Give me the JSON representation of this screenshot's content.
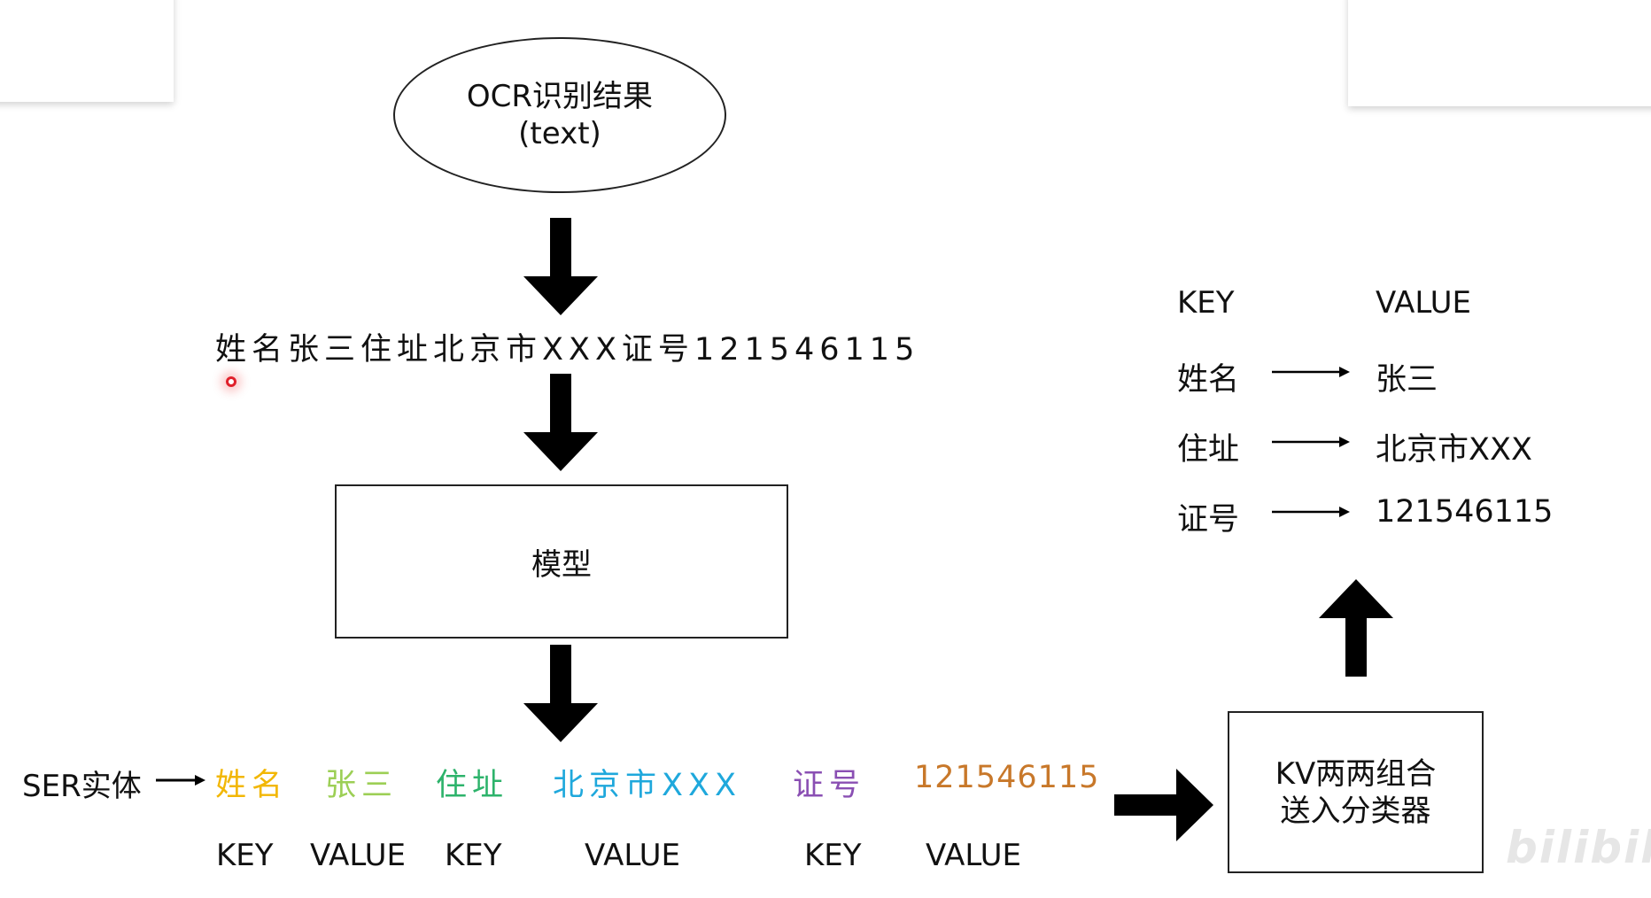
{
  "top_node": {
    "line1": "OCR识别结果",
    "line2": "(text)"
  },
  "ocr_text": "姓名张三住址北京市XXX证号121546115",
  "model_box": {
    "label": "模型"
  },
  "ser": {
    "label": "SER实体",
    "entities": [
      {
        "text": "姓名",
        "color": "#f2b705"
      },
      {
        "text": "张三",
        "color": "#9ccf55"
      },
      {
        "text": "住址",
        "color": "#2db36b"
      },
      {
        "text": "北京市XXX",
        "color": "#1fa8dc"
      },
      {
        "text": "证号",
        "color": "#8a4fb3"
      },
      {
        "text": "121546115",
        "color": "#c8782a"
      }
    ],
    "tags": [
      "KEY",
      "VALUE",
      "KEY",
      "VALUE",
      "KEY",
      "VALUE"
    ]
  },
  "kv_box": {
    "line1": "KV两两组合",
    "line2": "送入分类器"
  },
  "kv_table": {
    "header_key": "KEY",
    "header_value": "VALUE",
    "rows": [
      {
        "key": "姓名",
        "value": "张三"
      },
      {
        "key": "住址",
        "value": "北京市XXX"
      },
      {
        "key": "证号",
        "value": "121546115"
      }
    ]
  },
  "watermark": "bilibili"
}
